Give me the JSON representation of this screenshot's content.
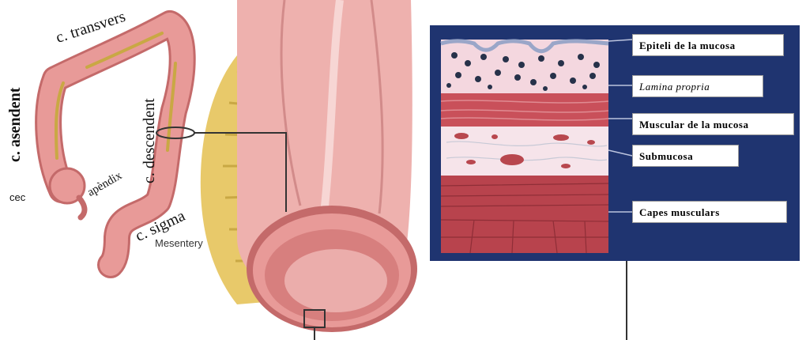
{
  "colon_labels": {
    "transvers": "c. transvers",
    "ascendent": "c. asendent",
    "descendent": "c. descendent",
    "apendix": "apèndix",
    "cec": "cec",
    "sigma": "c. sigma",
    "mesentery": "Mesentery"
  },
  "histology_labels": {
    "epiteli": "Epiteli de la mucosa",
    "lamina": "Lamina propria",
    "muscular_mucosa": "Muscular de la mucosa",
    "submucosa": "Submucosa",
    "capes": "Capes musculars"
  },
  "colors": {
    "colon_fill": "#e89a98",
    "colon_dark": "#c46a6a",
    "fat": "#e8c96a",
    "panel_bg": "#1f3470",
    "lamina_bg": "#f4d7df",
    "muscle": "#c9505a",
    "submucosa_bg": "#f6e4ea"
  }
}
